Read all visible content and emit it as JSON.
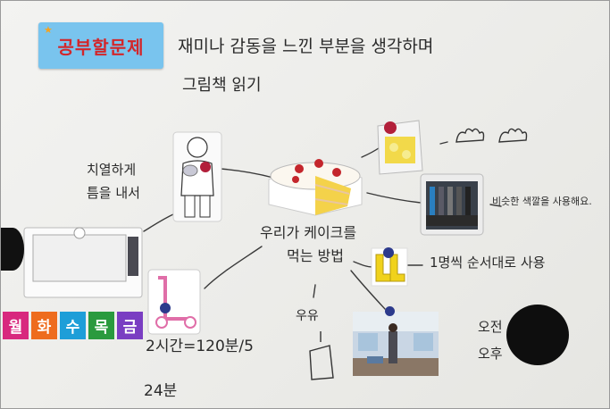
{
  "title": "공부할문제",
  "instruction_line1": "재미나 감동을 느낀 부분을 생각하며",
  "instruction_line2": "그림책 읽기",
  "center_line1": "우리가 케이크를",
  "center_line2": "먹는 방법",
  "left_note_line1": "치열하게",
  "left_note_line2": "틈을 내서",
  "right_note": "비슷한 색깔을 사용해요.",
  "boots_note": "1명씩 순서대로 사용",
  "milk_label": "우유",
  "equation": "2시간=120분/5",
  "result": "24분",
  "am_label": "오전",
  "pm_label": "오후",
  "days": [
    {
      "label": "월",
      "color": "#d8287e"
    },
    {
      "label": "화",
      "color": "#ee6c1e"
    },
    {
      "label": "수",
      "color": "#1e9ed8"
    },
    {
      "label": "목",
      "color": "#2a9a3e"
    },
    {
      "label": "금",
      "color": "#7a3ec2"
    }
  ]
}
